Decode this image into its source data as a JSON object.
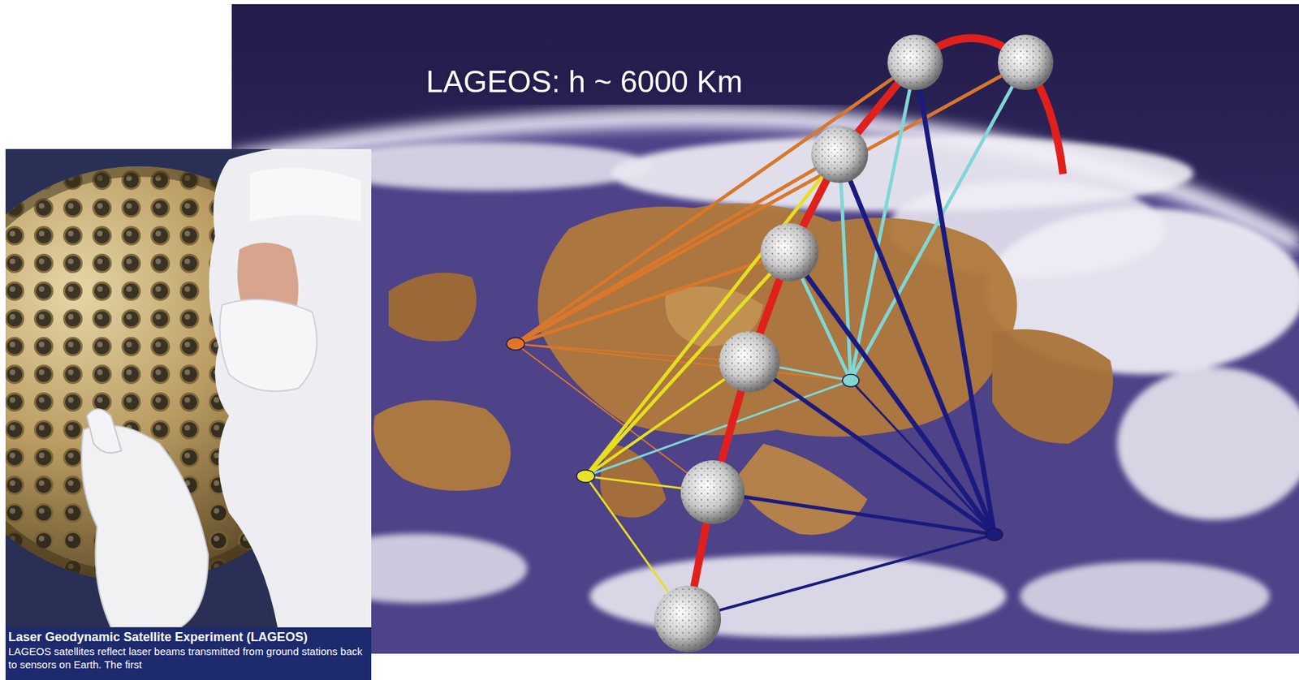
{
  "diagram": {
    "title": "LAGEOS: h ~ 6000 Km",
    "labels": [
      "Laser Geodynamic Satellite Experiment (LAGEOS)",
      "LAGEOS satellites reflect laser beams transmitted from ground stations back to sensors on Earth. The first"
    ]
  }
}
